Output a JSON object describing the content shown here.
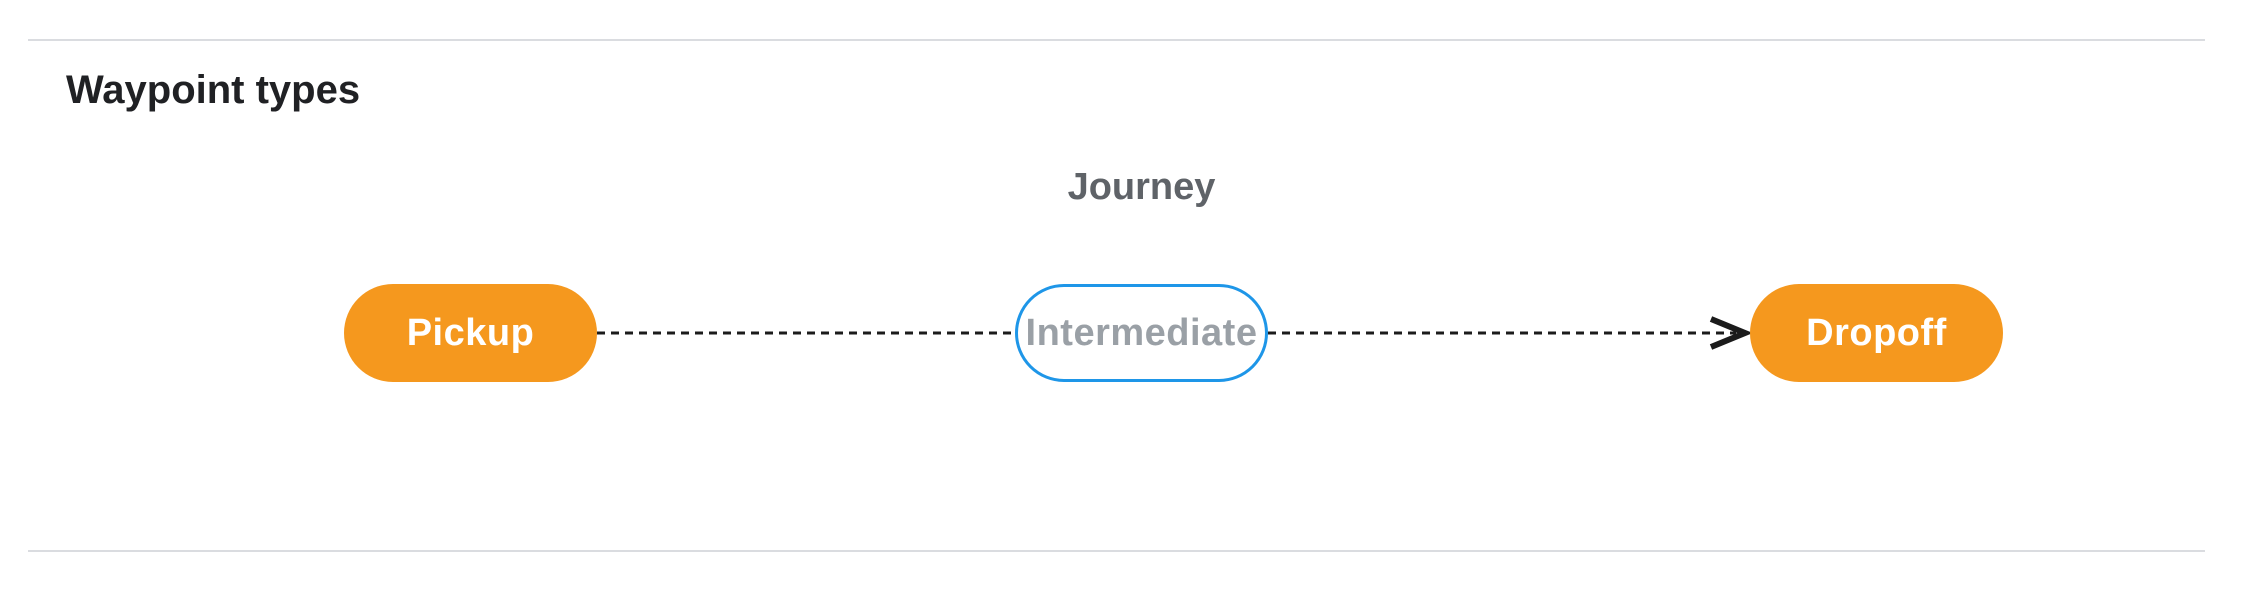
{
  "page": {
    "title": "Waypoint types",
    "background_color": "#ffffff",
    "divider_color": "#dadce0"
  },
  "diagram": {
    "label": "Journey",
    "nodes": [
      {
        "id": "pickup",
        "label": "Pickup",
        "shape": "pill",
        "fill": "#F5981E",
        "text_color": "#ffffff"
      },
      {
        "id": "intermediate",
        "label": "Intermediate",
        "shape": "pill",
        "fill": "#ffffff",
        "border_color": "#1E96E8",
        "text_color": "#9AA0A6"
      },
      {
        "id": "dropoff",
        "label": "Dropoff",
        "shape": "pill",
        "fill": "#F5981E",
        "text_color": "#ffffff"
      }
    ],
    "edges": [
      {
        "from": "pickup",
        "to": "intermediate",
        "style": "dashed",
        "arrowhead": false
      },
      {
        "from": "intermediate",
        "to": "dropoff",
        "style": "dashed",
        "arrowhead": true
      }
    ],
    "colors": {
      "edge": "#1b1b1b",
      "journey_label_gray": "#5f6368",
      "orange": "#F5981E",
      "blue": "#1E96E8"
    }
  }
}
